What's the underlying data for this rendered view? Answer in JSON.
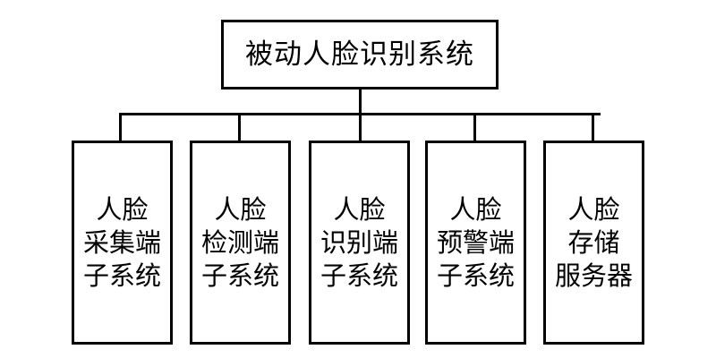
{
  "diagram": {
    "type": "hierarchy-tree",
    "orientation": "top-down",
    "title": "被动人脸识别系统",
    "root": {
      "label": "被动人脸识别系统"
    },
    "children": [
      {
        "label": "人脸\n采集端\n子系统"
      },
      {
        "label": "人脸\n检测端\n子系统"
      },
      {
        "label": "人脸\n识别端\n子系统"
      },
      {
        "label": "人脸\n预警端\n子系统"
      },
      {
        "label": "人脸\n存储\n服务器"
      }
    ],
    "colors": {
      "background": "#ffffff",
      "stroke": "#000000",
      "text": "#000000",
      "box_fill": "#ffffff"
    }
  }
}
